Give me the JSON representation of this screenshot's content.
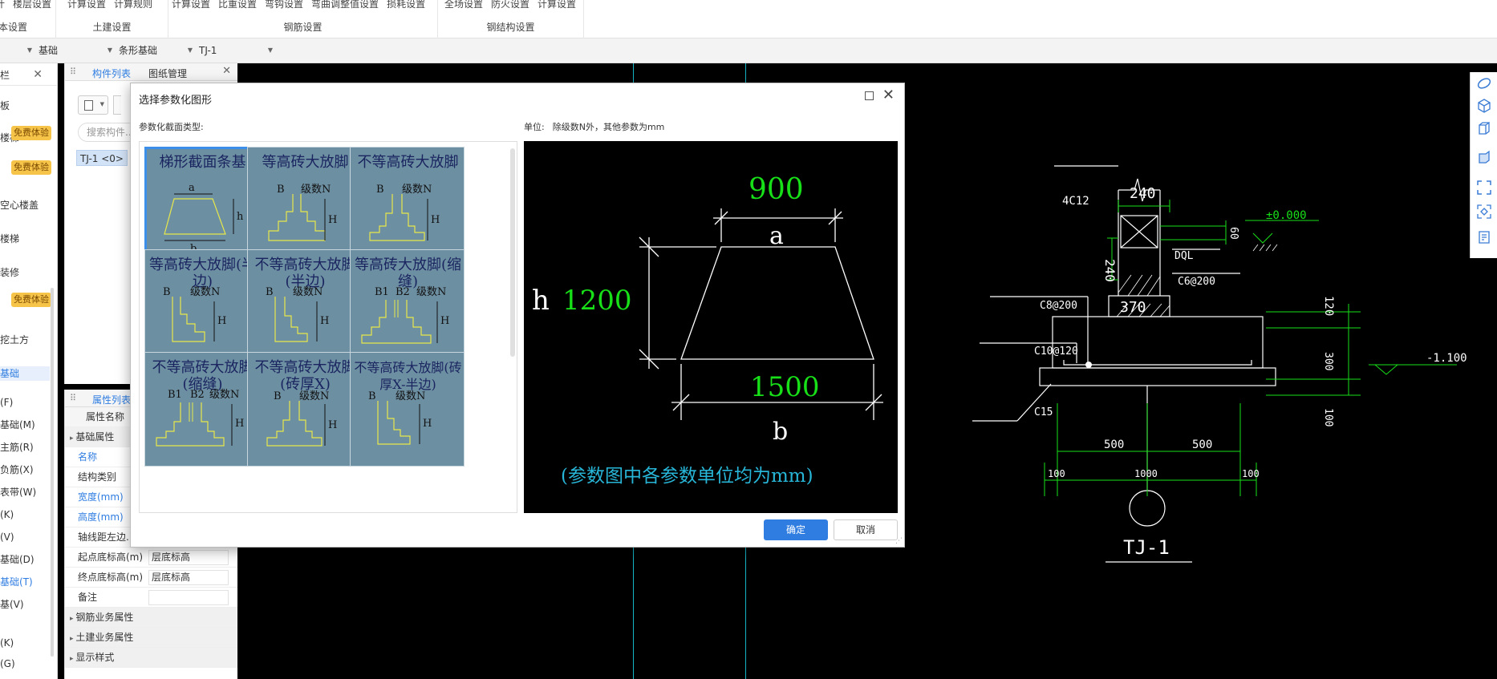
{
  "ribbon": {
    "groups": [
      {
        "title": "本设置",
        "items": [
          "计",
          "楼层设置"
        ]
      },
      {
        "title": "土建设置",
        "items": [
          "计算设置",
          "计算规则"
        ]
      },
      {
        "title": "钢筋设置",
        "items": [
          "计算设置",
          "比重设置",
          "弯钩设置",
          "弯曲调整值设置",
          "损耗设置"
        ]
      },
      {
        "title": "钢结构设置",
        "items": [
          "全场设置",
          "防火设置",
          "计算设置"
        ]
      }
    ]
  },
  "selectors": {
    "floor": "",
    "category": "基础",
    "type": "条形基础",
    "component": "TJ-1"
  },
  "leftnav": {
    "header": "栏",
    "items": [
      "板",
      "楼梯",
      "空心楼盖",
      "楼梯",
      "装修",
      "挖土方",
      "基础",
      "(F)",
      "基础(M)",
      "主筋(R)",
      "负筋(X)",
      "表带(W)",
      "(K)",
      "(V)",
      "基础(D)",
      "基础(T)",
      "基(V)",
      "(K)",
      "(G)"
    ],
    "active_index": 6,
    "badge": "免费体验"
  },
  "comp_panel": {
    "tab_components": "构件列表",
    "tab_drawings": "图纸管理",
    "search_placeholder": "搜索构件...",
    "item": "TJ-1 <0>"
  },
  "prop_panel": {
    "tab": "属性列表",
    "col_name": "属性名称",
    "section_basic": "基础属性",
    "rows": [
      {
        "name": "名称",
        "value": "",
        "blue": true
      },
      {
        "name": "结构类别",
        "value": "",
        "blue": false
      },
      {
        "name": "宽度(mm)",
        "value": "",
        "blue": true
      },
      {
        "name": "高度(mm)",
        "value": "",
        "blue": true
      },
      {
        "name": "轴线距左边...",
        "value": "",
        "blue": false
      },
      {
        "name": "起点底标高(m)",
        "value": "层底标高",
        "blue": false
      },
      {
        "name": "终点底标高(m)",
        "value": "层底标高",
        "blue": false
      },
      {
        "name": "备注",
        "value": "",
        "blue": false
      }
    ],
    "sections": [
      "钢筋业务属性",
      "土建业务属性",
      "显示样式"
    ]
  },
  "dialog": {
    "title": "选择参数化图形",
    "type_label": "参数化截面类型:",
    "unit_label": "单位:",
    "unit_text": "除级数N外，其他参数为mm",
    "ok": "确定",
    "cancel": "取消",
    "shapes": [
      {
        "label": "梯形截面条基"
      },
      {
        "label": "等高砖大放脚"
      },
      {
        "label": "不等高砖大放脚"
      },
      {
        "label": "等高砖大放脚(半边)"
      },
      {
        "label": "不等高砖大放脚(半边)"
      },
      {
        "label": "等高砖大放脚(缩缝)"
      },
      {
        "label": "不等高砖大放脚(缩缝)"
      },
      {
        "label": "不等高砖大放脚(砖厚X)"
      },
      {
        "label": "不等高砖大放脚(砖厚X-半边)"
      }
    ],
    "selected_index": 0,
    "thumb_labels": {
      "a": "a",
      "b": "b",
      "h": "h",
      "B": "B",
      "N": "级数N",
      "H": "H",
      "B1": "B1",
      "B2": "B2"
    },
    "preview": {
      "a_value": "900",
      "a_label": "a",
      "b_value": "1500",
      "b_label": "b",
      "h_value": "1200",
      "h_label": "h",
      "note": "(参数图中各参数单位均为mm)"
    }
  },
  "cad": {
    "labels": {
      "w240": "240",
      "r4c12": "4C12",
      "elev0": "±0.000",
      "d60": "60",
      "h240": "240",
      "dql": "DQL",
      "c6": "C6@200",
      "w370": "370",
      "c8": "C8@200",
      "d120": "120",
      "c10": "C10@120",
      "d300": "300",
      "elev1": "-1.100",
      "c15": "C15",
      "d100v": "100",
      "h500a": "500",
      "h500b": "500",
      "h100a": "100",
      "h1000": "1000",
      "h100b": "100",
      "title": "TJ-1"
    }
  },
  "colors": {
    "accent": "#2f7de1",
    "cad_green": "#18e018",
    "cad_cyan": "#15b5c6",
    "thumb_bg": "#6d8fa2"
  }
}
